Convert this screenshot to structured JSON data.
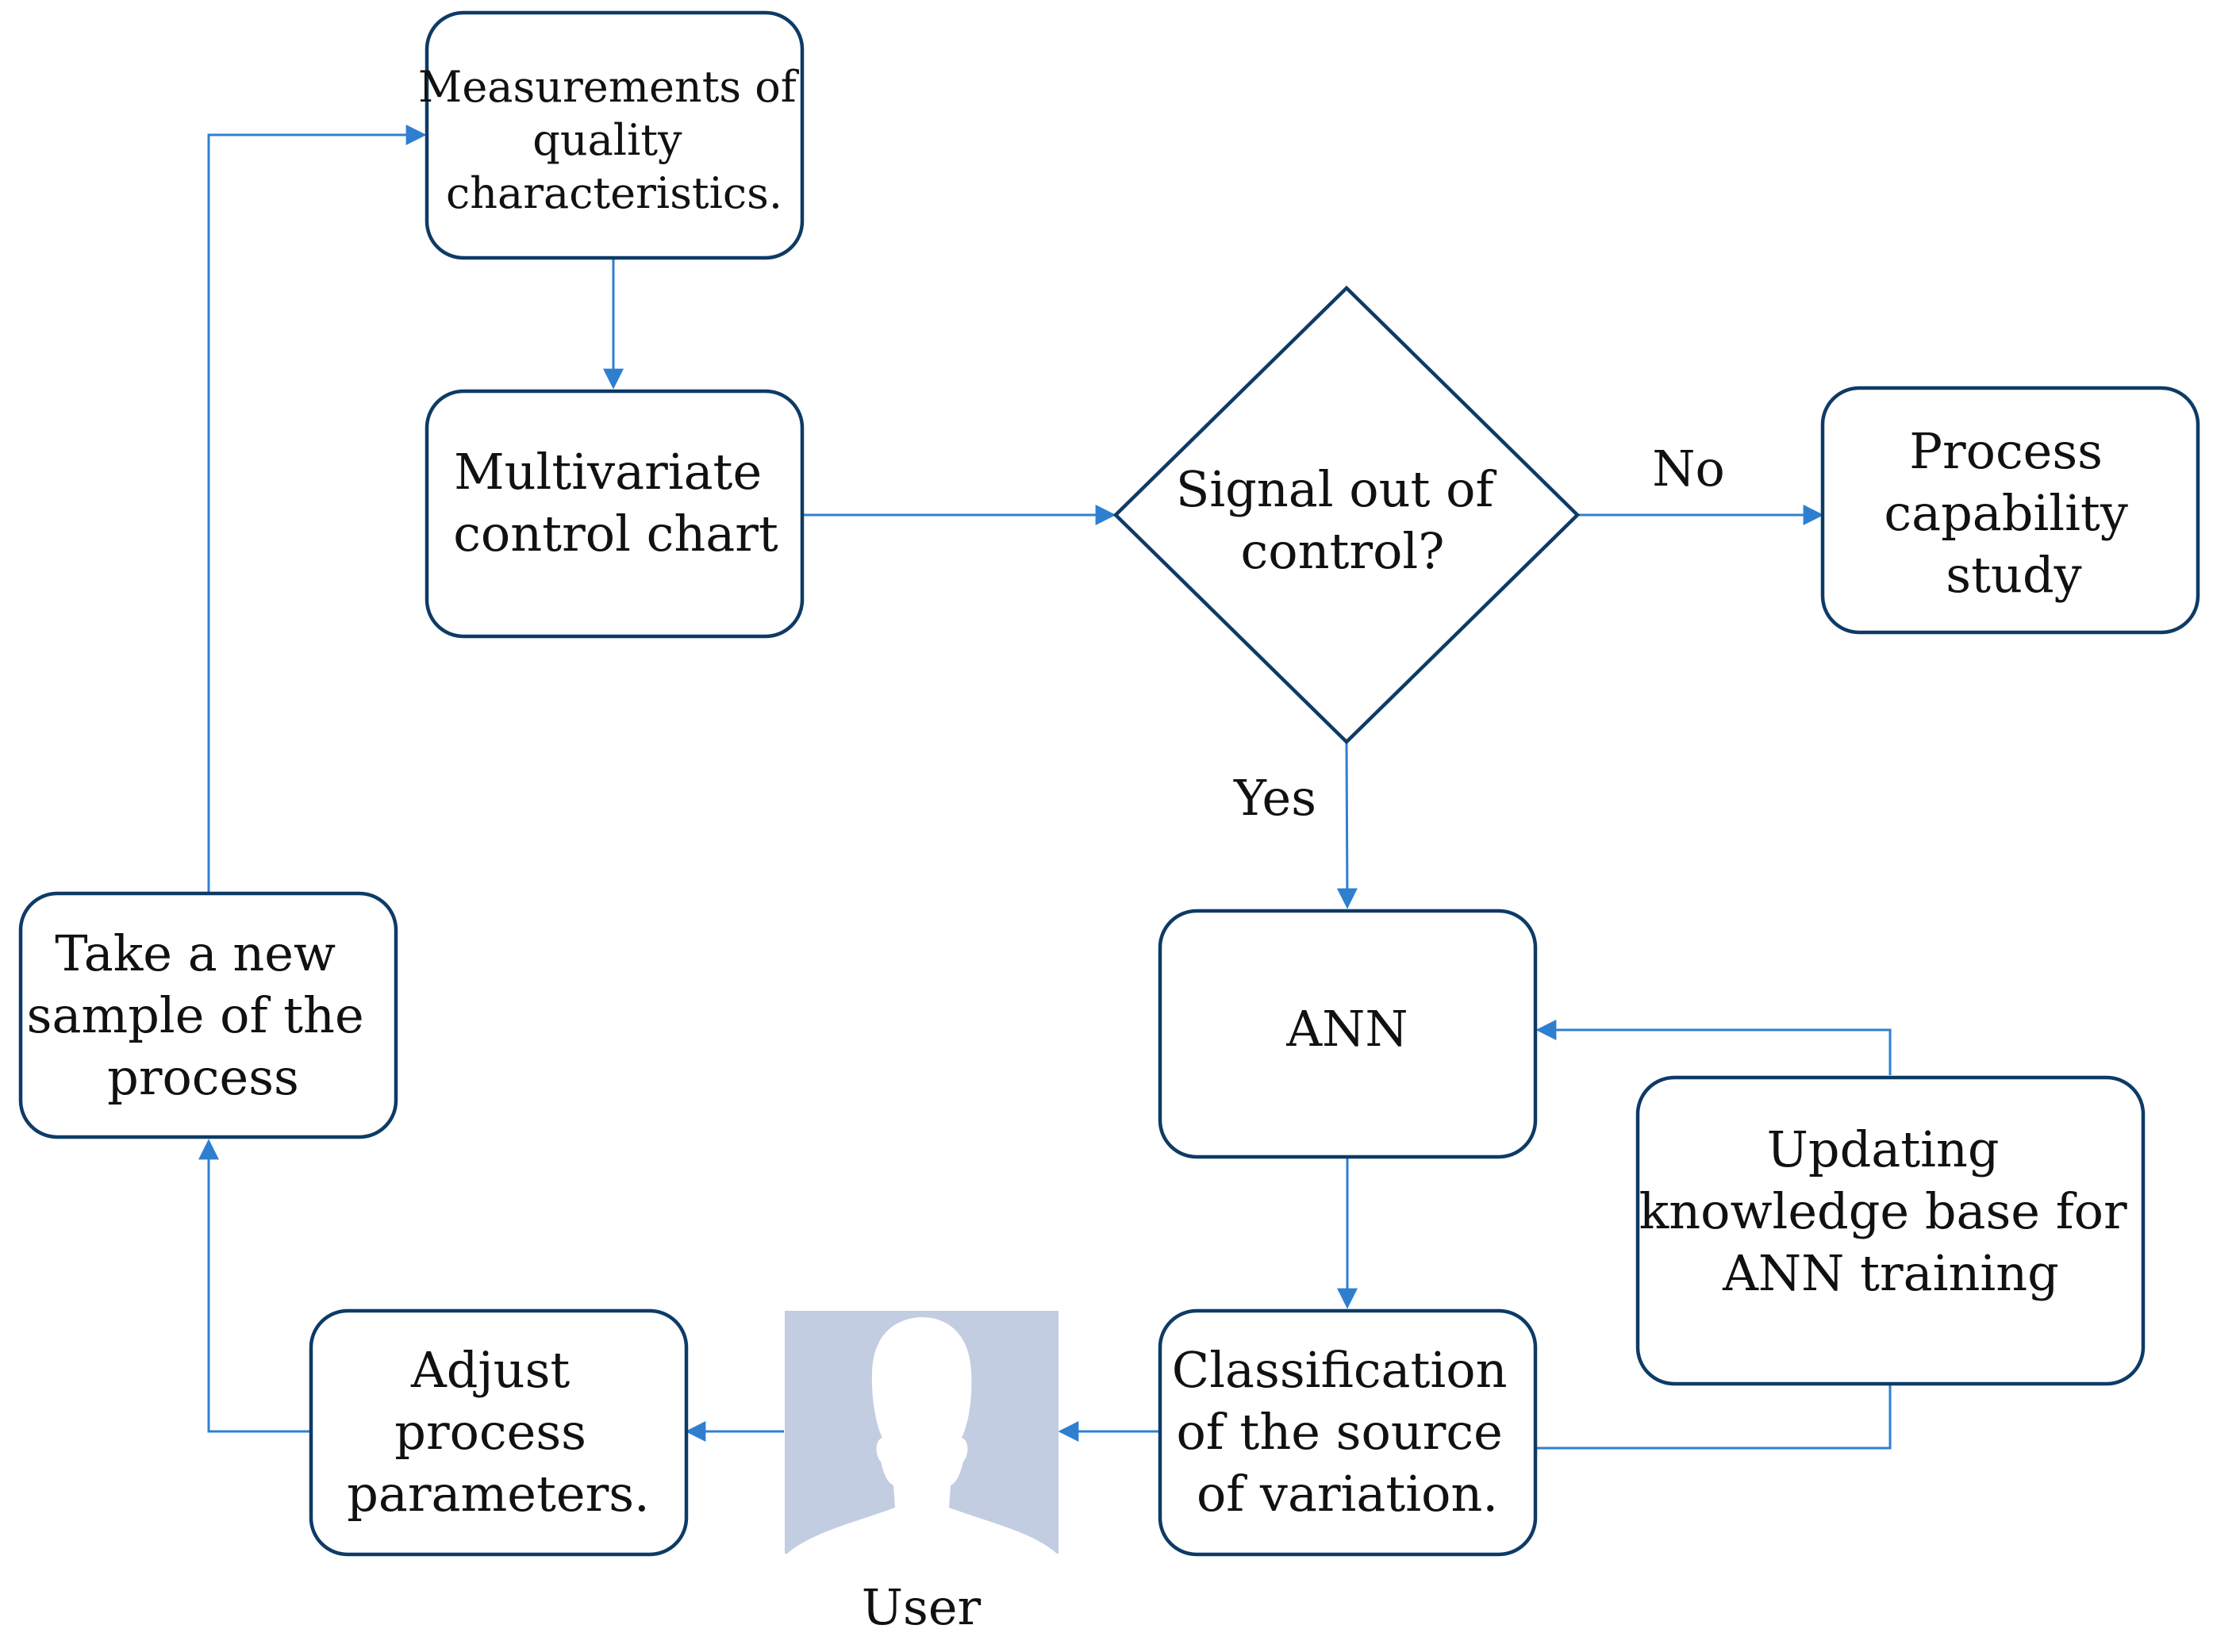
{
  "nodes": {
    "measurements": [
      "Measurements of",
      "quality",
      "characteristics."
    ],
    "control_chart": [
      "Multivariate",
      "control chart"
    ],
    "decision": [
      "Signal out of",
      "control?"
    ],
    "capability": [
      "Process",
      "capability",
      "study"
    ],
    "ann": [
      "ANN"
    ],
    "updating": [
      "Updating",
      "knowledge base for",
      "ANN training"
    ],
    "classification": [
      "Classification",
      "of the source",
      "of variation."
    ],
    "adjust": [
      "Adjust",
      "process",
      "parameters."
    ],
    "new_sample": [
      "Take a new",
      "sample of the",
      "process"
    ]
  },
  "edge_labels": {
    "no": "No",
    "yes": "Yes"
  },
  "user_label": "User",
  "icons": {
    "user": "user-silhouette-icon"
  },
  "colors": {
    "box_border": "#0d3b66",
    "connector": "#2f7fd1",
    "user_icon_bg": "#c3cde1"
  }
}
